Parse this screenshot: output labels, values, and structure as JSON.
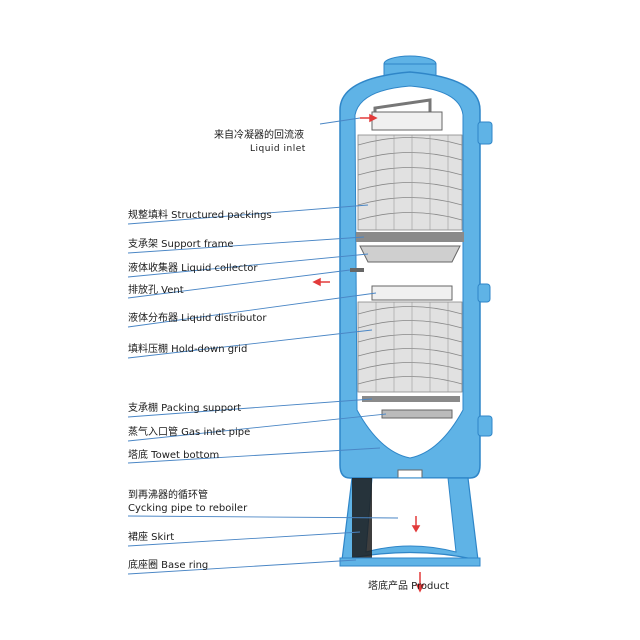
{
  "colors": {
    "shell": "#5fb3e6",
    "shell_dark": "#2f86c8",
    "inner": "#ffffff",
    "packing": "#d8d8d8",
    "leader": "#4a86c5",
    "arrow": "#e23a3a",
    "skirt_dark": "#1c1c1c"
  },
  "labels": {
    "liquid_inlet_cn": "来自冷凝器的回流液",
    "liquid_inlet_en": "Liquid inlet",
    "structured_packings": "规整填料 Structured packings",
    "support_frame": "支承架 Support frame",
    "liquid_collector": "液体收集器 Liquid collector",
    "vent": "排放孔 Vent",
    "liquid_distributor": "液体分布器 Liquid distributor",
    "hold_down_grid": "填料压棚 Hold-down grid",
    "packing_support": "支承棚 Packing support",
    "gas_inlet_pipe": "蒸气入口管 Gas inlet pipe",
    "tower_bottom": "塔底 Towet bottom",
    "cycling_pipe_cn": "到再沸器的循环管",
    "cycling_pipe_en": "Cycking pipe to reboiler",
    "skirt": "裙座 Skirt",
    "base_ring": "底座圈 Base ring",
    "product": "塔底产品 Product"
  }
}
